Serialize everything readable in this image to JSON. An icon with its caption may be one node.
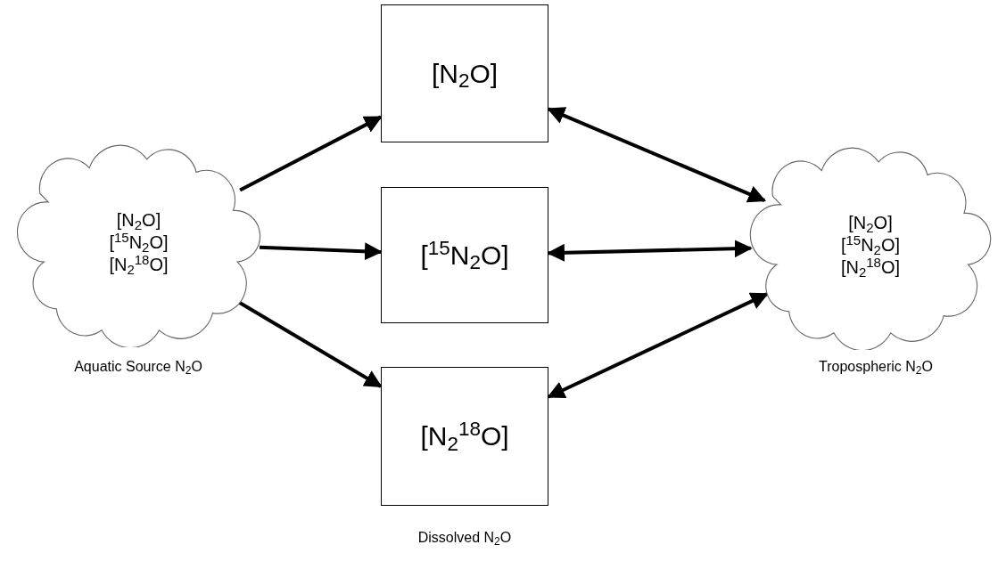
{
  "diagram": {
    "nodes": [
      {
        "text": [
          "[N$_{2}$O]",
          "[$^{15}$N$_{2}$O]",
          "[N$_{2}$$^{18}$O]"
        ],
        "beside": [
          "Aquatic Source N$_{2}$O"
        ]
      },
      {
        "text": [
          "[N$_{2}$O]"
        ]
      },
      {
        "text": [
          "[$^{15}$N$_{2}$O]"
        ]
      },
      {
        "text": [
          "[N$_{2}$$^{18}$O]"
        ]
      },
      {
        "text": [
          "[N$_{2}$O]",
          "[$^{15}$N$_{2}$O]",
          "[N$_{2}$$^{18}$O]"
        ],
        "beside": [
          "Tropospheric N$_{2}$O"
        ]
      }
    ],
    "edges": [
      {
        "from": 0,
        "to": 1,
        "arrow": "to"
      },
      {
        "from": 0,
        "to": 2,
        "arrow": "to"
      },
      {
        "from": 0,
        "to": 3,
        "arrow": "to"
      },
      {
        "from": 1,
        "to": 4,
        "arrow": "both"
      },
      {
        "from": 2,
        "to": 4,
        "arrow": "both"
      },
      {
        "from": 3,
        "to": 4,
        "arrow": "both"
      }
    ],
    "labels": [
      "Dissolved N$_{2}$O"
    ]
  }
}
